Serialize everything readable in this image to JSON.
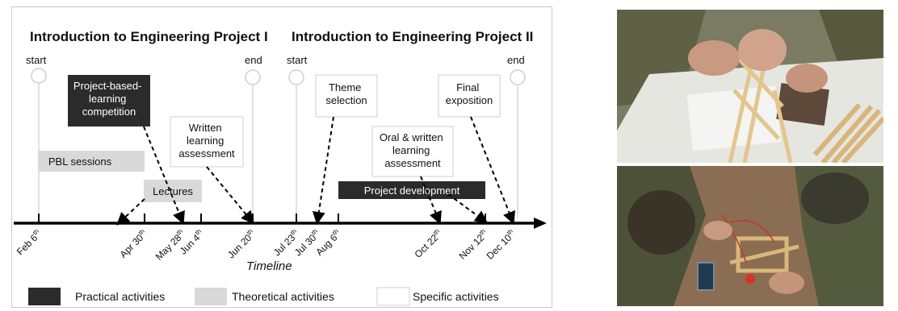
{
  "titles": {
    "project1": "Introduction to Engineering Project I",
    "project2": "Introduction to Engineering Project II"
  },
  "markers": {
    "start1": "start",
    "end1": "end",
    "start2": "start",
    "end2": "end"
  },
  "boxes": {
    "pbl_competition": [
      "Project-based-",
      "learning",
      "competition"
    ],
    "written_assessment": [
      "Written",
      "learning",
      "assessment"
    ],
    "pbl_sessions": "PBL sessions",
    "lectures": "Lectures",
    "theme_selection": [
      "Theme",
      "selection"
    ],
    "final_exposition": [
      "Final",
      "exposition"
    ],
    "oral_written": [
      "Oral & written",
      "learning",
      "assessment"
    ],
    "project_development": "Project development"
  },
  "dates": [
    {
      "base": "Feb 6",
      "sup": "th"
    },
    {
      "base": "Apr 30",
      "sup": "th"
    },
    {
      "base": "May 28",
      "sup": "th"
    },
    {
      "base": "Jun 4",
      "sup": "th"
    },
    {
      "base": "Jun 20",
      "sup": "th"
    },
    {
      "base": "Jul 23",
      "sup": "th"
    },
    {
      "base": "Jul 30",
      "sup": "th"
    },
    {
      "base": "Aug 6",
      "sup": "th"
    },
    {
      "base": "Oct 22",
      "sup": "th"
    },
    {
      "base": "Nov 12",
      "sup": "th"
    },
    {
      "base": "Dec 10",
      "sup": "th"
    }
  ],
  "axis_label": "Timeline",
  "legend": {
    "practical": "Practical activities",
    "theoretical": "Theoretical activities",
    "specific": "Specific activities"
  },
  "colors": {
    "practical": "#2b2b2b",
    "theoretical": "#d9d9d9",
    "specific": "#ffffff"
  }
}
